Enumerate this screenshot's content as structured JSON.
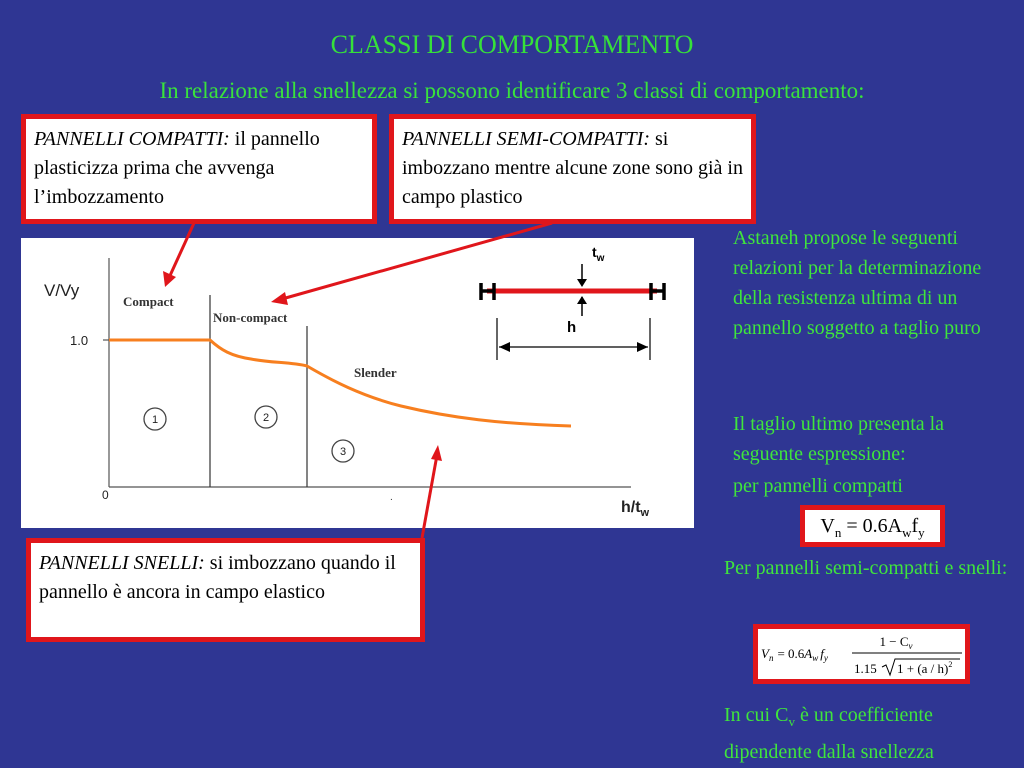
{
  "title": "CLASSI DI COMPORTAMENTO",
  "subtitle": "In relazione alla snellezza si possono identificare 3 classi di comportamento:",
  "boxes": {
    "compatti": {
      "term": "PANNELLI COMPATTI:",
      "text": " il pannello plasticizza prima che avvenga l’imbozzamento"
    },
    "semicompatti": {
      "term": "PANNELLI SEMI-COMPATTI:",
      "text": " si imbozzano mentre alcune zone sono già in campo plastico"
    },
    "snelli": {
      "term": "PANNELLI SNELLI:",
      "text": " si imbozzano quando il pannello è ancora in campo elastico"
    }
  },
  "right_text": {
    "astaneh": "Astaneh propose le seguenti relazioni per la determinazione della resistenza ultima di un pannello soggetto a taglio puro",
    "taglio": "Il taglio ultimo presenta la seguente espressione:",
    "compatti": "per pannelli compatti",
    "semi_snelli": "Per pannelli semi-compatti e snelli:",
    "cv_prefix": "In cui C",
    "cv_sub": "v",
    "cv_suffix": " è un coefficiente dipendente dalla snellezza"
  },
  "formula1": {
    "lhs": "V",
    "lhs_sub": "n",
    "eq": " = 0.6A",
    "a_sub": "w",
    "f": "f",
    "f_sub": "y"
  },
  "formula2": {
    "lhs": "V",
    "lhs_sub": "n",
    "eq": "= 0.6",
    "A": "A",
    "A_sub": "w",
    "f": "f",
    "f_sub": "y",
    "num": "1 − C",
    "num_sub": "v",
    "den_coef": "1.15",
    "den_inner": "1 + (a / h)",
    "den_exp": "2"
  },
  "chart": {
    "y_axis_label": "V/Vy",
    "x_axis_label": "h/t",
    "x_axis_label_sub": "w",
    "y_tick": "1.0",
    "x_origin": "0",
    "region_compact": "Compact",
    "region_noncompact": "Non-compact",
    "region_slender": "Slender",
    "circle_1": "1",
    "circle_2": "2",
    "circle_3": "3",
    "tw_label": "t",
    "tw_sub": "w",
    "h_label": "h",
    "dot": "."
  },
  "colors": {
    "background": "#2f3693",
    "accent_green": "#3fe53c",
    "box_border": "#e0161b",
    "curve": "#f77f1f"
  }
}
